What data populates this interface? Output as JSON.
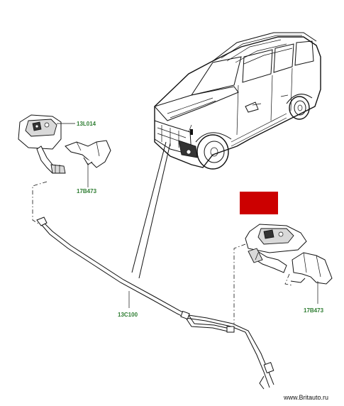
{
  "labels": {
    "part_left_jet": "13L014",
    "part_left_bracket": "17B473",
    "part_hose": "13C100",
    "part_right_bracket": "17B473"
  },
  "highlight_color": "#cc0000",
  "label_color": "#2e7d32",
  "watermark": "www.Britauto.ru"
}
